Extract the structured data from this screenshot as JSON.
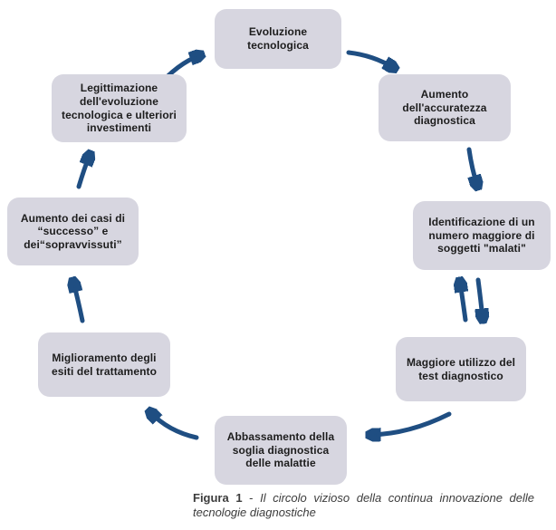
{
  "figure": {
    "type": "cycle-diagram",
    "nodes": [
      {
        "id": "evoluzione-tecnologica",
        "label": "Evoluzione tecnologica"
      },
      {
        "id": "aumento-accuratezza-diagnostica",
        "label": "Aumento dell'accuratezza diagnostica"
      },
      {
        "id": "identificazione-soggetti-malati",
        "label": "Identificazione di un numero maggiore di soggetti \"malati\""
      },
      {
        "id": "maggiore-utilizzo-test",
        "label": "Maggiore utilizzo del test diagnostico"
      },
      {
        "id": "abbassamento-soglia-diagnostica",
        "label": "Abbassamento della soglia diagnostica delle malattie"
      },
      {
        "id": "miglioramento-esiti-trattamento",
        "label": "Miglioramento degli esiti del trattamento"
      },
      {
        "id": "aumento-casi-successo",
        "label": "Aumento dei casi di “successo” e dei“sopravvissuti”"
      },
      {
        "id": "legittimazione-investimenti",
        "label": "Legittimazione dell'evoluzione tecnologica e ulteriori investimenti"
      }
    ],
    "arrows": [
      {
        "from": "legittimazione-investimenti",
        "to": "evoluzione-tecnologica"
      },
      {
        "from": "evoluzione-tecnologica",
        "to": "aumento-accuratezza-diagnostica"
      },
      {
        "from": "aumento-accuratezza-diagnostica",
        "to": "identificazione-soggetti-malati"
      },
      {
        "from": "maggiore-utilizzo-test",
        "to": "identificazione-soggetti-malati"
      },
      {
        "from": "identificazione-soggetti-malati",
        "to": "maggiore-utilizzo-test"
      },
      {
        "from": "maggiore-utilizzo-test",
        "to": "abbassamento-soglia-diagnostica"
      },
      {
        "from": "abbassamento-soglia-diagnostica",
        "to": "miglioramento-esiti-trattamento"
      },
      {
        "from": "miglioramento-esiti-trattamento",
        "to": "aumento-casi-successo"
      },
      {
        "from": "aumento-casi-successo",
        "to": "legittimazione-investimenti"
      }
    ],
    "caption": {
      "label": "Figura 1",
      "separator": " - ",
      "text": "Il circolo vizioso della continua innovazione delle tecnologie diagnostiche"
    },
    "colors": {
      "node_fill": "#d7d6e0",
      "node_text": "#1d1d1d",
      "arrow": "#1f4e82",
      "caption_text": "#3c3c3c"
    }
  }
}
